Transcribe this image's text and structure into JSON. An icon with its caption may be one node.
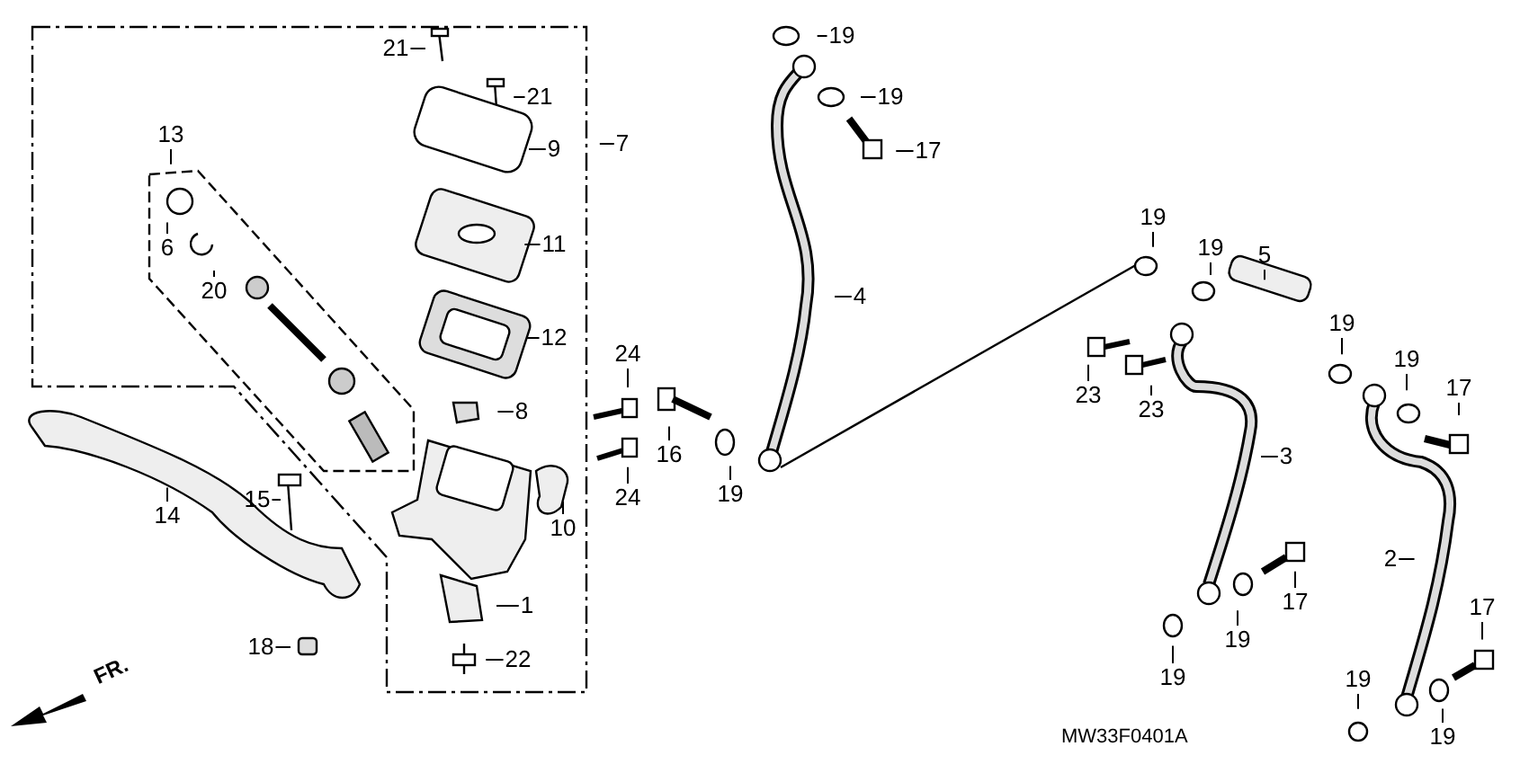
{
  "diagram": {
    "nodes": [
      {
        "text": [
          "19"
        ]
      },
      {
        "text": [
          "21"
        ]
      },
      {
        "text": [
          "19"
        ]
      },
      {
        "text": [
          "21"
        ]
      },
      {
        "text": [
          "13"
        ]
      },
      {
        "text": [
          "7"
        ]
      },
      {
        "text": [
          "9"
        ]
      },
      {
        "text": [
          "17"
        ]
      },
      {
        "text": [
          "19"
        ]
      },
      {
        "text": [
          "11"
        ]
      },
      {
        "text": [
          "19"
        ]
      },
      {
        "text": [
          "6"
        ]
      },
      {
        "text": [
          "5"
        ]
      },
      {
        "text": [
          "20"
        ]
      },
      {
        "text": [
          "4"
        ]
      },
      {
        "text": [
          "19"
        ]
      },
      {
        "text": [
          "12"
        ]
      },
      {
        "text": [
          "24"
        ]
      },
      {
        "text": [
          "19"
        ]
      },
      {
        "text": [
          "17"
        ]
      },
      {
        "text": [
          "23"
        ]
      },
      {
        "text": [
          "23"
        ]
      },
      {
        "text": [
          "8"
        ]
      },
      {
        "text": [
          "16"
        ]
      },
      {
        "text": [
          "3"
        ]
      },
      {
        "text": [
          "19"
        ]
      },
      {
        "text": [
          "24"
        ]
      },
      {
        "text": [
          "15"
        ]
      },
      {
        "text": [
          "14"
        ]
      },
      {
        "text": [
          "10"
        ]
      },
      {
        "text": [
          "2"
        ]
      },
      {
        "text": [
          "17"
        ]
      },
      {
        "text": [
          "1"
        ]
      },
      {
        "text": [
          "17"
        ]
      },
      {
        "text": [
          "19"
        ]
      },
      {
        "text": [
          "18"
        ]
      },
      {
        "text": [
          "22"
        ]
      },
      {
        "text": [
          "19"
        ]
      },
      {
        "text": [
          "19"
        ]
      },
      {
        "text": [
          "19"
        ]
      }
    ],
    "edges": [
      {
        "from": 0,
        "to": null,
        "arrow": "none"
      },
      {
        "from": 1,
        "to": null,
        "arrow": "none"
      },
      {
        "from": 2,
        "to": null,
        "arrow": "none"
      },
      {
        "from": 3,
        "to": null,
        "arrow": "none"
      },
      {
        "from": 4,
        "to": null,
        "arrow": "none"
      },
      {
        "from": 5,
        "to": null,
        "arrow": "none"
      },
      {
        "from": 6,
        "to": null,
        "arrow": "none"
      },
      {
        "from": 7,
        "to": null,
        "arrow": "none"
      },
      {
        "from": 8,
        "to": null,
        "arrow": "none"
      },
      {
        "from": 9,
        "to": null,
        "arrow": "none"
      },
      {
        "from": 10,
        "to": null,
        "arrow": "none"
      },
      {
        "from": 11,
        "to": null,
        "arrow": "none"
      },
      {
        "from": 12,
        "to": null,
        "arrow": "none"
      },
      {
        "from": 13,
        "to": null,
        "arrow": "none"
      },
      {
        "from": 14,
        "to": null,
        "arrow": "none"
      },
      {
        "from": 15,
        "to": null,
        "arrow": "none"
      },
      {
        "from": 16,
        "to": null,
        "arrow": "none"
      },
      {
        "from": 17,
        "to": null,
        "arrow": "none"
      },
      {
        "from": 18,
        "to": null,
        "arrow": "none"
      },
      {
        "from": 19,
        "to": null,
        "arrow": "none"
      },
      {
        "from": 20,
        "to": null,
        "arrow": "none"
      },
      {
        "from": 21,
        "to": null,
        "arrow": "none"
      },
      {
        "from": 22,
        "to": null,
        "arrow": "none"
      },
      {
        "from": 23,
        "to": null,
        "arrow": "none"
      },
      {
        "from": 24,
        "to": null,
        "arrow": "none"
      },
      {
        "from": 25,
        "to": null,
        "arrow": "none"
      },
      {
        "from": 26,
        "to": null,
        "arrow": "none"
      },
      {
        "from": 27,
        "to": null,
        "arrow": "none"
      },
      {
        "from": 28,
        "to": null,
        "arrow": "none"
      },
      {
        "from": 29,
        "to": null,
        "arrow": "none"
      },
      {
        "from": 30,
        "to": null,
        "arrow": "none"
      },
      {
        "from": 31,
        "to": null,
        "arrow": "none"
      },
      {
        "from": 32,
        "to": null,
        "arrow": "none"
      },
      {
        "from": 33,
        "to": null,
        "arrow": "none"
      },
      {
        "from": 34,
        "to": null,
        "arrow": "none"
      },
      {
        "from": 35,
        "to": null,
        "arrow": "none"
      },
      {
        "from": 36,
        "to": null,
        "arrow": "none"
      },
      {
        "from": 37,
        "to": null,
        "arrow": "none"
      },
      {
        "from": 38,
        "to": null,
        "arrow": "none"
      },
      {
        "from": 39,
        "to": null,
        "arrow": "none"
      }
    ],
    "labels": [
      "FR.",
      "MW33F0401A"
    ]
  }
}
